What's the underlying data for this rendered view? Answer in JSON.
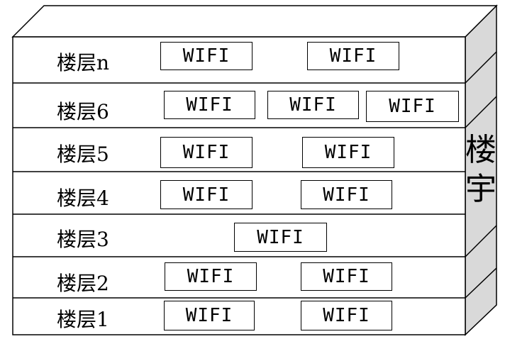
{
  "building_label": [
    "楼",
    "宇"
  ],
  "floors": [
    {
      "label": "楼层n",
      "wifi": [
        "WIFI",
        "WIFI"
      ]
    },
    {
      "label": "楼层6",
      "wifi": [
        "WIFI",
        "WIFI",
        "WIFI"
      ]
    },
    {
      "label": "楼层5",
      "wifi": [
        "WIFI",
        "WIFI"
      ]
    },
    {
      "label": "楼层4",
      "wifi": [
        "WIFI",
        "WIFI"
      ]
    },
    {
      "label": "楼层3",
      "wifi": [
        "WIFI"
      ]
    },
    {
      "label": "楼层2",
      "wifi": [
        "WIFI",
        "WIFI"
      ]
    },
    {
      "label": "楼层1",
      "wifi": [
        "WIFI",
        "WIFI"
      ]
    }
  ],
  "colors": {
    "side_face": "#d9d9d9",
    "stroke": "#000000"
  }
}
